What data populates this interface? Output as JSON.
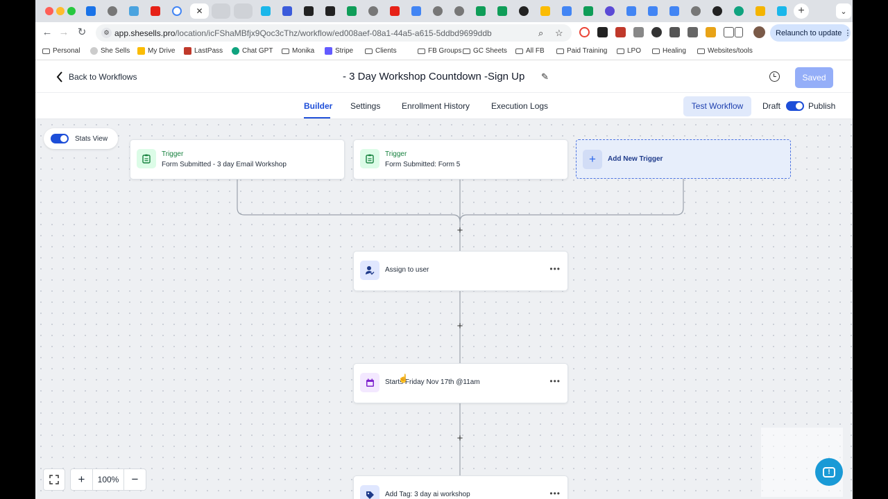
{
  "browser": {
    "url_host": "app.shesells.pro",
    "url_path": "/location/icFShaMBfjx9Qoc3cThz/workflow/ed008aef-08a1-44a5-a615-5ddbd9699ddb",
    "relaunch_label": "Relaunch to update",
    "bookmarks": [
      "Personal",
      "She Sells",
      "My Drive",
      "LastPass",
      "Chat GPT",
      "Monika",
      "Stripe",
      "Clients",
      "FB Groups",
      "GC Sheets",
      "All FB",
      "Paid Training",
      "LPO",
      "Healing",
      "Websites/tools"
    ]
  },
  "header": {
    "back_label": "Back to Workflows",
    "title": "- 3 Day Workshop Countdown -Sign Up",
    "saved_label": "Saved"
  },
  "tabs": [
    "Builder",
    "Settings",
    "Enrollment History",
    "Execution Logs"
  ],
  "actions": {
    "test_label": "Test Workflow",
    "draft_label": "Draft",
    "publish_label": "Publish",
    "draft_published": true
  },
  "canvas": {
    "stats_view_label": "Stats View",
    "stats_view_on": true,
    "triggers": [
      {
        "title": "Trigger",
        "subtitle": "Form Submitted - 3 day Email Workshop"
      },
      {
        "title": "Trigger",
        "subtitle": "Form Submitted: Form 5"
      }
    ],
    "add_trigger_label": "Add New Trigger",
    "steps": [
      {
        "label": "Assign to user",
        "icon": "assign-user-icon"
      },
      {
        "label": "Starts Friday Nov 17th @11am",
        "icon": "calendar-icon"
      },
      {
        "label": "Add Tag: 3 day ai workshop",
        "icon": "tag-icon"
      }
    ],
    "zoom": "100%"
  },
  "colors": {
    "accent": "#1d4ed8",
    "saved_button": "#94aef8",
    "trigger_green": "#15803d",
    "chat_button": "#1a9ad6"
  }
}
